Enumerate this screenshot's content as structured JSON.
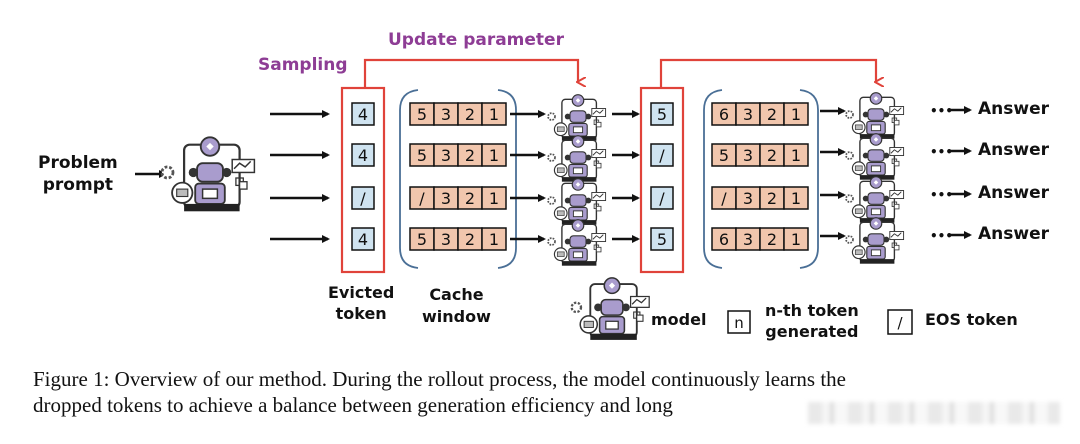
{
  "labels": {
    "problem_prompt": [
      "Problem",
      "prompt"
    ],
    "sampling": "Sampling",
    "update_parameter": "Update parameter",
    "evicted_token": [
      "Evicted",
      "token"
    ],
    "cache_window": [
      "Cache",
      "window"
    ],
    "answer": "Answer",
    "ellipsis": "•••"
  },
  "stage1": {
    "evicted": [
      "4",
      "4",
      "/",
      "4"
    ],
    "cache": [
      [
        "5",
        "3",
        "2",
        "1"
      ],
      [
        "5",
        "3",
        "2",
        "1"
      ],
      [
        "/",
        "3",
        "2",
        "1"
      ],
      [
        "5",
        "3",
        "2",
        "1"
      ]
    ]
  },
  "stage2": {
    "evicted": [
      "5",
      "/",
      "/",
      "5"
    ],
    "cache": [
      [
        "6",
        "3",
        "2",
        "1"
      ],
      [
        "5",
        "3",
        "2",
        "1"
      ],
      [
        "/",
        "3",
        "2",
        "1"
      ],
      [
        "6",
        "3",
        "2",
        "1"
      ]
    ]
  },
  "legend": {
    "model": "model",
    "nth_symbol": "n",
    "nth_label": [
      "n-th token",
      "generated"
    ],
    "eos_symbol": "/",
    "eos_label": "EOS token"
  },
  "colors": {
    "evicted_fill": "#cfe3f0",
    "cache_fill": "#f1c6ad",
    "highlight_red": "#e0433a",
    "label_purple": "#8e3d95",
    "bracket_blue": "#4a6f96",
    "robot_purple": "#a99ccd"
  },
  "caption": {
    "line1": "Figure 1: Overview of our method. During the rollout process, the model continuously learns the",
    "line2": "dropped tokens to achieve a balance between generation efficiency and long"
  }
}
